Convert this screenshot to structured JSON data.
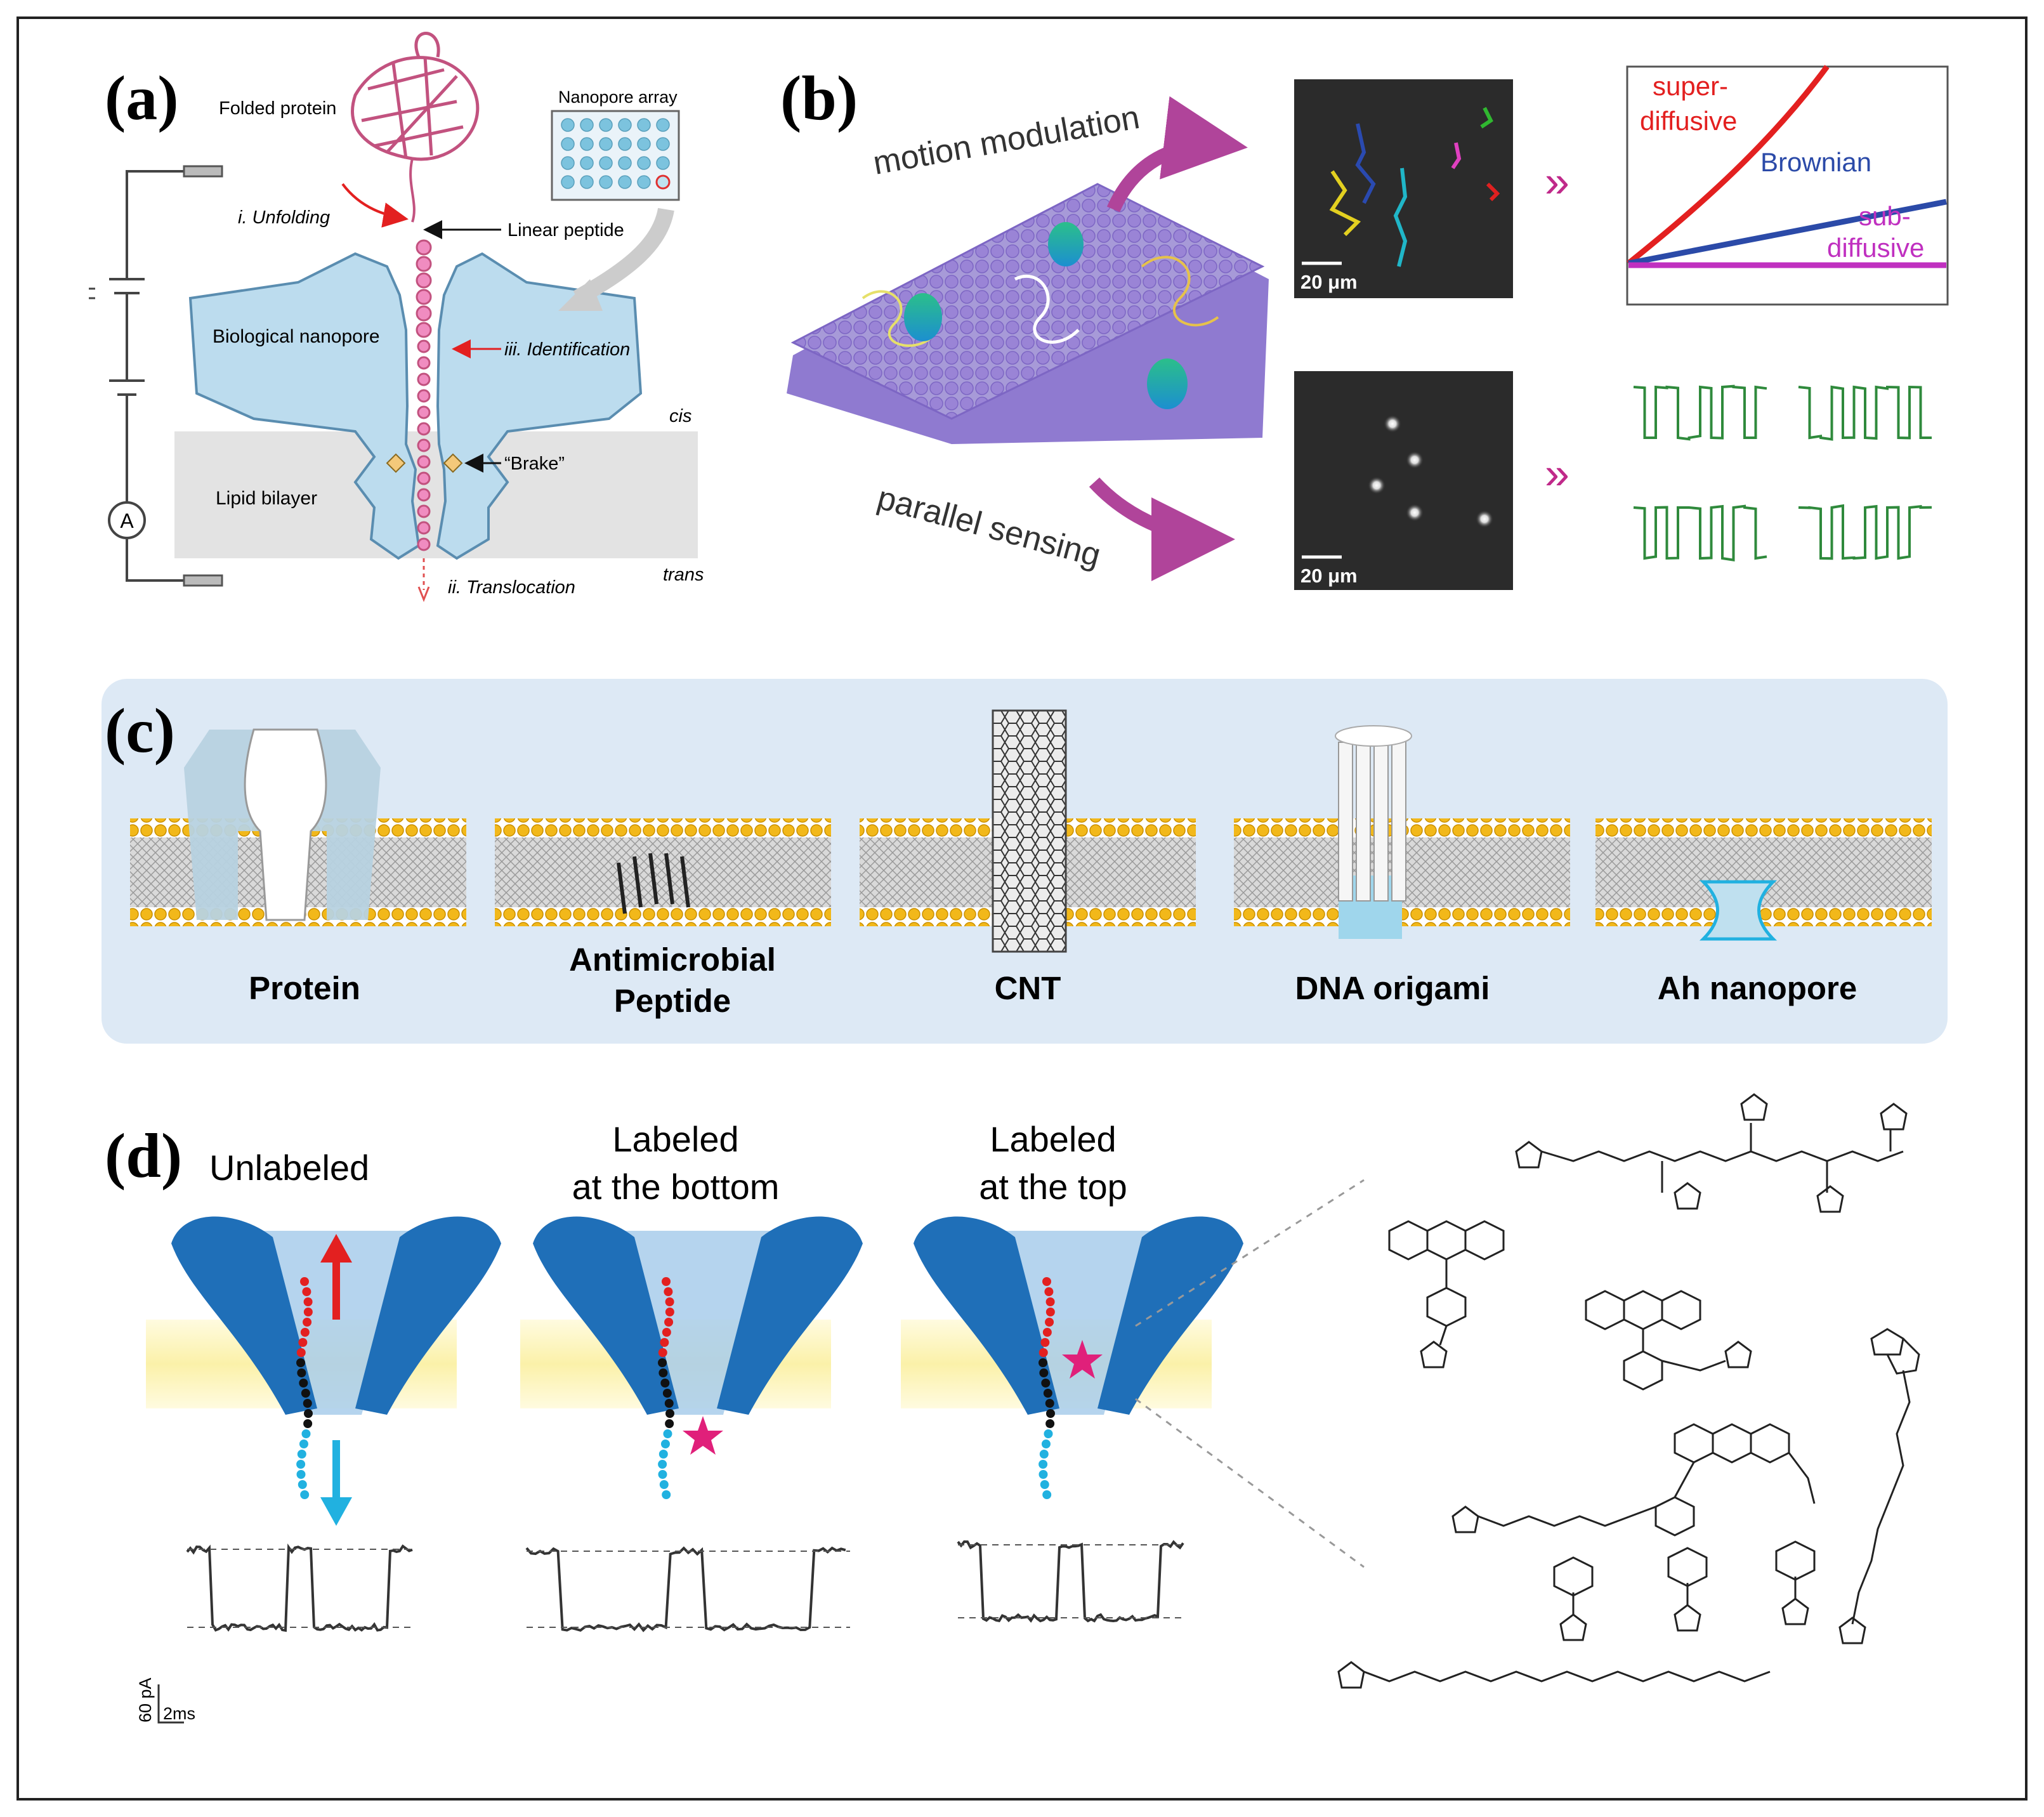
{
  "panels": {
    "a": {
      "tag": "(a)",
      "folded_protein": "Folded protein",
      "nanopore_array": "Nanopore array",
      "unfolding": "i. Unfolding",
      "linear_peptide": "Linear peptide",
      "biological_nanopore": "Biological nanopore",
      "identification": "iii. Identification",
      "cis": "cis",
      "lipid_bilayer": "Lipid bilayer",
      "brake": "“Brake”",
      "translocation": "ii. Translocation",
      "trans": "trans",
      "ammeter": "A"
    },
    "b": {
      "tag": "(b)",
      "motion_modulation": "motion modulation",
      "parallel_sensing": "parallel sensing",
      "scale_top": "20 μm",
      "scale_bottom": "20 μm",
      "arrow_glyph": "»",
      "super_line1": "super-",
      "super_line2": "diffusive",
      "brownian": "Brownian",
      "sub_line1": "sub-",
      "sub_line2": "diffusive"
    },
    "c": {
      "tag": "(c)",
      "items": [
        "Protein",
        "Antimicrobial",
        "Peptide",
        "CNT",
        "DNA origami",
        "Ah nanopore"
      ]
    },
    "d": {
      "tag": "(d)",
      "unlabeled": "Unlabeled",
      "bottom_line1": "Labeled",
      "bottom_line2": "at the bottom",
      "top_line1": "Labeled",
      "top_line2": "at the top",
      "scale_current": "60 pA",
      "scale_time": "2ms"
    }
  },
  "colors": {
    "pore_fill": "#bcdcee",
    "pore_stroke": "#5a8db0",
    "bilayer": "#e3e3e3",
    "protein": "#c2527f",
    "magenta": "#b0449a",
    "trace_green": "#2f8a3c",
    "lipid_head": "#f2b81a",
    "panel_c_bg": "#dde9f5",
    "protein_blue": "#1f6fb8",
    "membrane_yellow": "#fbf3b4",
    "star": "#e0207a",
    "red": "#e32020",
    "blue_line": "#2b4aa8",
    "cyan": "#21b1e0"
  }
}
